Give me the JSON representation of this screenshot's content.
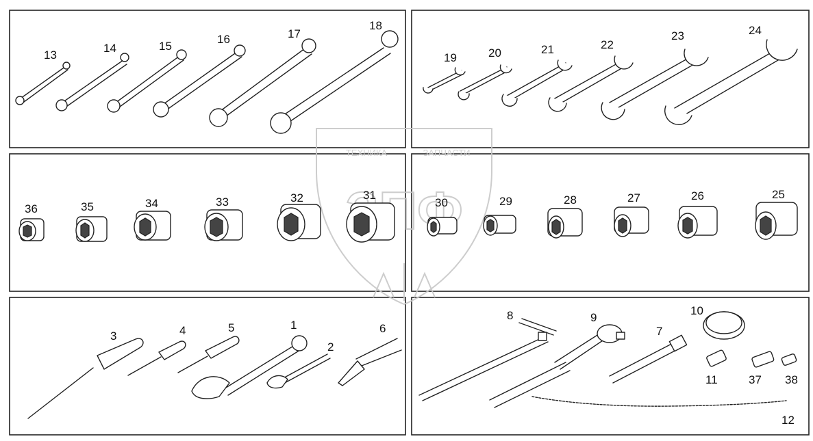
{
  "watermark": {
    "line1": "ТЕХНИКА",
    "line2": "ЗАПЧАСТИ",
    "logo": "ЗПФ",
    "color": "#c8c8c8"
  },
  "panels": {
    "ring_wrenches": {
      "labels": [
        "13",
        "14",
        "15",
        "16",
        "17",
        "18"
      ]
    },
    "open_wrenches": {
      "labels": [
        "19",
        "20",
        "21",
        "22",
        "23",
        "24"
      ]
    },
    "sockets_left": {
      "labels": [
        "36",
        "35",
        "34",
        "33",
        "32",
        "31"
      ]
    },
    "sockets_right": {
      "labels": [
        "30",
        "29",
        "28",
        "27",
        "26",
        "25"
      ]
    },
    "hand_tools": {
      "labels": [
        "3",
        "4",
        "5",
        "1",
        "2",
        "6"
      ]
    },
    "accessories": {
      "labels": [
        "8",
        "9",
        "10",
        "7",
        "11",
        "37",
        "38",
        "12"
      ]
    }
  },
  "colors": {
    "line": "#222222",
    "background": "#ffffff"
  }
}
